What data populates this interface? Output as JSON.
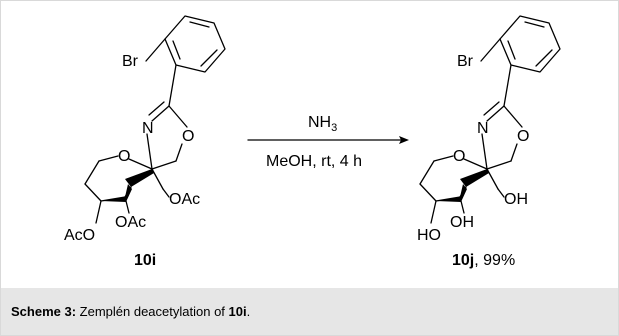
{
  "reactant": {
    "id": "10i",
    "atoms": {
      "br": "Br",
      "n": "N",
      "o_ring": "O",
      "o_ox": "O",
      "oac_right": "OAc",
      "oac_mid": "OAc",
      "aco_left": "AcO"
    }
  },
  "reagents": {
    "above": "NH",
    "above_sub": "3",
    "below": "MeOH, rt, 4 h"
  },
  "product": {
    "id": "10j",
    "yield": ", 99%",
    "atoms": {
      "br": "Br",
      "n": "N",
      "o_ring": "O",
      "o_ox": "O",
      "oh_right": "OH",
      "oh_mid": "OH",
      "ho_left": "HO"
    }
  },
  "caption": {
    "label": "Scheme 3:",
    "text": " Zemplén deacetylation of ",
    "compound": "10i",
    "end": "."
  }
}
